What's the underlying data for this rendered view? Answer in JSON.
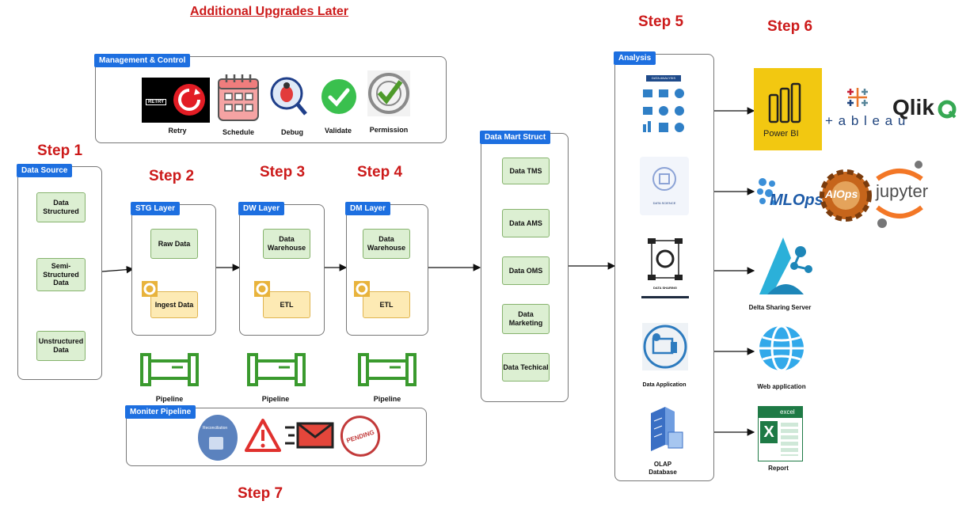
{
  "title": "Additional Upgrades Later",
  "steps": {
    "s1": "Step 1",
    "s2": "Step 2",
    "s3": "Step 3",
    "s4": "Step 4",
    "s5": "Step 5",
    "s6": "Step 6",
    "s7": "Step 7"
  },
  "management": {
    "title": "Management & Control",
    "items": [
      "Retry",
      "Schedule",
      "Debug",
      "Validate",
      "Permission"
    ],
    "retry_badge": "RETRY"
  },
  "data_source": {
    "title": "Data Source",
    "items": [
      "Data Structured",
      "Semi-Structured Data",
      "Unstructured Data"
    ]
  },
  "stg": {
    "title": "STG Layer",
    "top": "Raw Data",
    "bottom": "Ingest Data"
  },
  "dw": {
    "title": "DW Layer",
    "top": "Data Warehouse",
    "bottom": "ETL"
  },
  "dm": {
    "title": "DM Layer",
    "top": "Data Warehouse",
    "bottom": "ETL"
  },
  "pipeline_label": "Pipeline",
  "monitor": {
    "title": "Moniter Pipeline",
    "recon": "Reconciliation",
    "pending": "PENDING"
  },
  "data_mart": {
    "title": "Data Mart Struct",
    "items": [
      "Data TMS",
      "Data AMS",
      "Data OMS",
      "Data Marketing",
      "Data Techical"
    ]
  },
  "analysis": {
    "title": "Analysis",
    "data_analysis": "DATA ANALYSIS",
    "data_science": "DATA SCIENCE",
    "data_sharing": "DATA SHARING",
    "data_application": "Data Application",
    "olap": "OLAP Database"
  },
  "tools": {
    "powerbi": "Power BI",
    "tableau": "+ a b l e a u",
    "qlik": "Qlik",
    "mlops": "MLOps",
    "aiops": "AIOps",
    "jupyter": "jupyter",
    "delta": "Delta Sharing Server",
    "web": "Web application",
    "report": "Report",
    "excel": "excel"
  },
  "colors": {
    "step": "#cc1a1a",
    "panel_title": "#1d6fe0",
    "green_box": "#dcefd2",
    "yellow_box": "#fdeab4"
  }
}
